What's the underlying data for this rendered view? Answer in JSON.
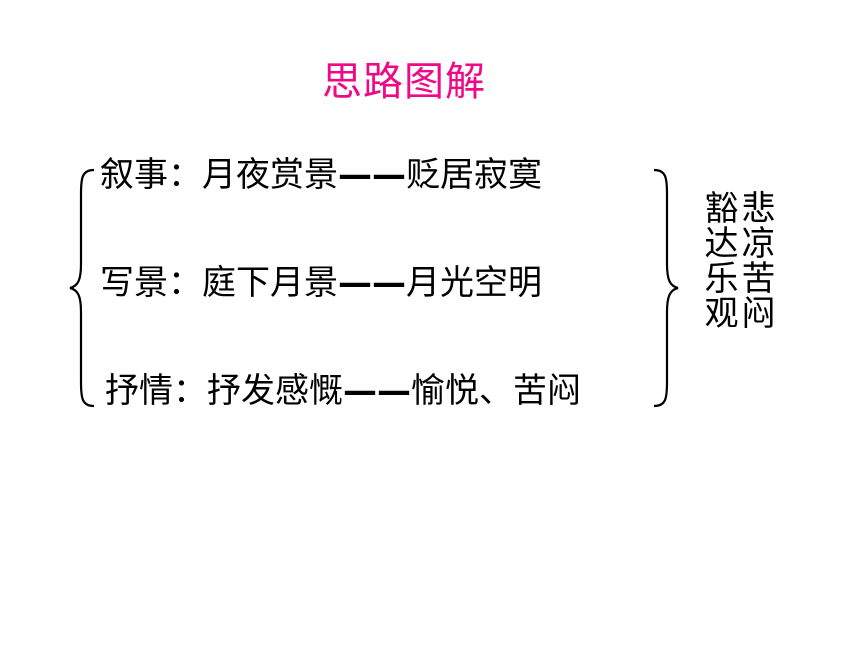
{
  "title": "思路图解",
  "colors": {
    "title": "#ee0a86",
    "text": "#000000",
    "background": "#ffffff"
  },
  "rows": [
    {
      "label": "叙事：",
      "topic": "月夜赏景",
      "dash": "——",
      "result": "贬居寂寞"
    },
    {
      "label": "写景：",
      "topic": "庭下月景",
      "dash": "——",
      "result": "月光空明"
    },
    {
      "label": "抒情：",
      "topic": "抒发感慨",
      "dash": "——",
      "result": "愉悦、苦闷"
    }
  ],
  "summary": {
    "line1": "悲凉苦闷",
    "line2": "豁达乐观"
  }
}
